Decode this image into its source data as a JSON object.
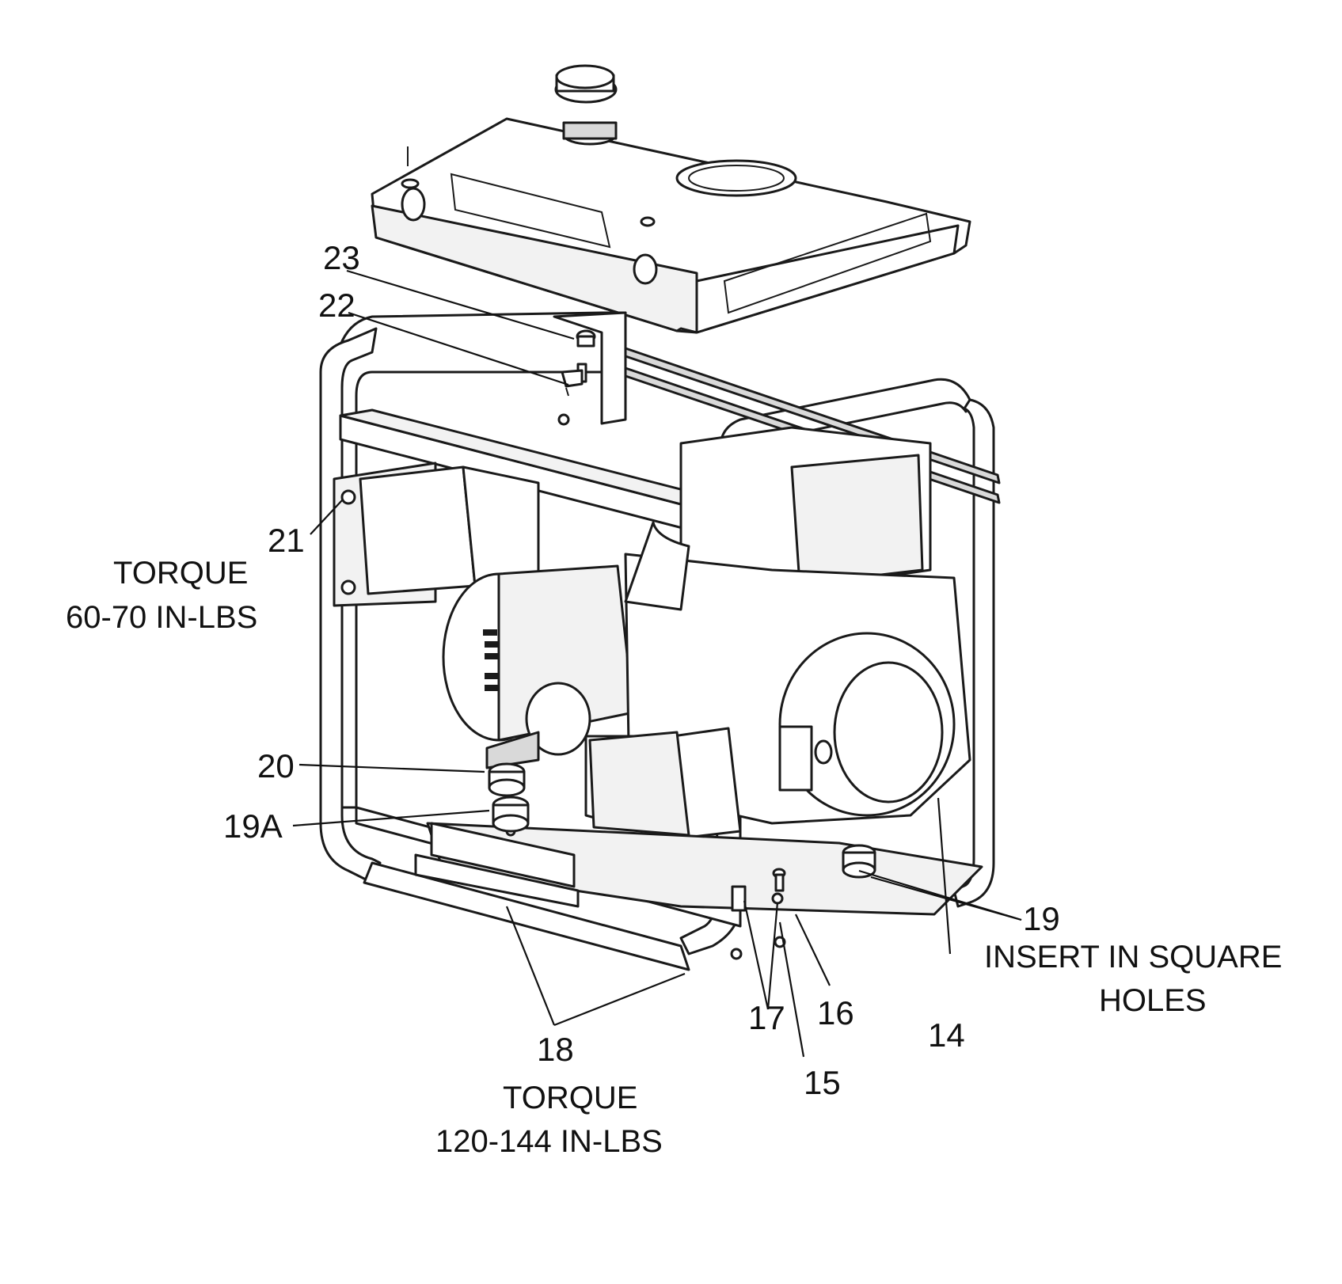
{
  "callouts": {
    "c14": "14",
    "c15": "15",
    "c16": "16",
    "c17": "17",
    "c18": "18",
    "c19": "19",
    "c19a": "19A",
    "c20": "20",
    "c21": "21",
    "c22": "22",
    "c23": "23"
  },
  "notes": {
    "torque_top_line1": "TORQUE",
    "torque_top_line2": "60-70 IN-LBS",
    "torque_bottom_line1": "TORQUE",
    "torque_bottom_line2": "120-144 IN-LBS",
    "insert_line1": "INSERT IN SQUARE",
    "insert_line2": "HOLES"
  }
}
